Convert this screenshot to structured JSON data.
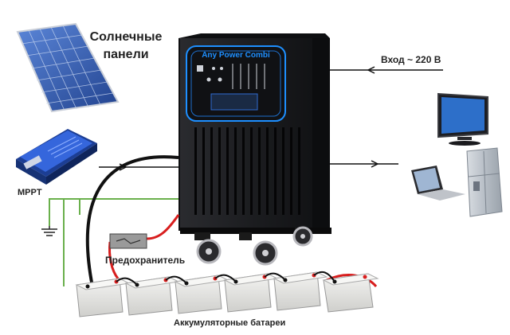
{
  "labels": {
    "solar_line1": "Солнечные",
    "solar_line2": "панели",
    "input": "Вход ~ 220 В",
    "mppt": "MPPT",
    "fuse": "Предохранитель",
    "batteries": "Аккумуляторные батареи"
  },
  "inverter": {
    "brand": "Any Power Combi"
  },
  "colors": {
    "wire_black": "#111111",
    "wire_red": "#d81e1e",
    "wire_ground": "#6ab04c",
    "inverter_body": "#1b1c1f",
    "accent_blue": "#1e8fff",
    "solar_panel": "#3a5fb0",
    "mppt_blue": "#2f5fd8",
    "battery": "#e8e8e6"
  },
  "icons": [
    "solar-panel-icon",
    "mppt-controller-icon",
    "inverter-icon",
    "tv-icon",
    "laptop-icon",
    "refrigerator-icon",
    "ground-icon",
    "fuse-icon",
    "battery-icon"
  ]
}
